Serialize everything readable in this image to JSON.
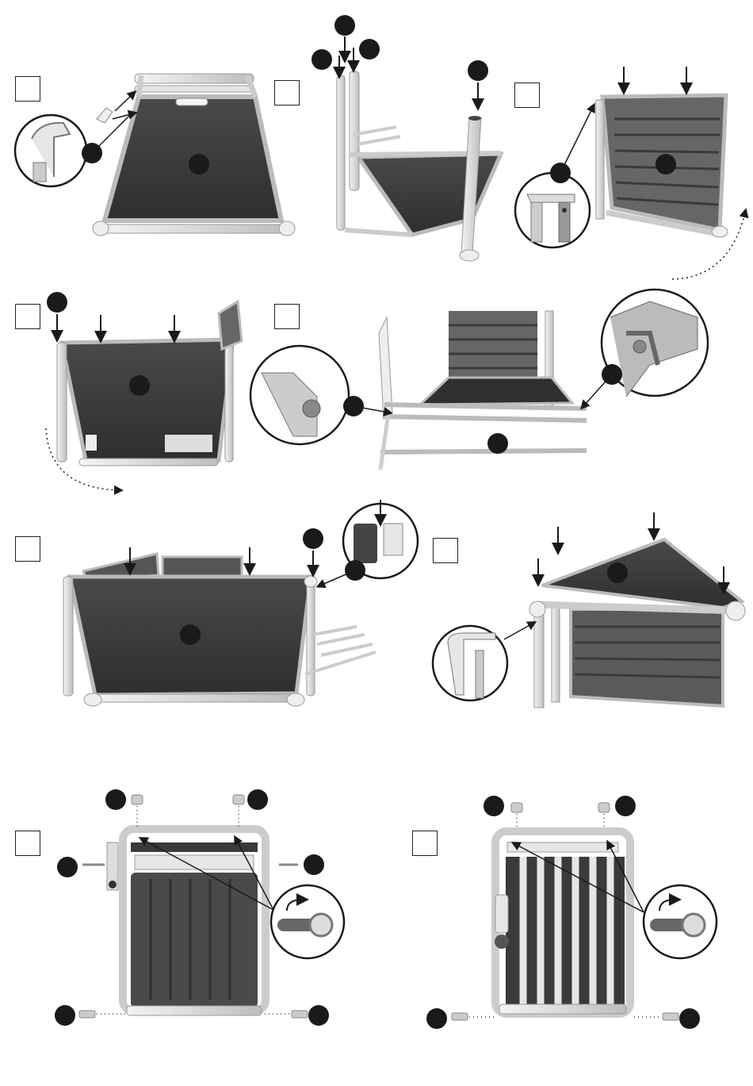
{
  "page": {
    "background": "#ffffff",
    "ink": "#1a1a1a",
    "panel_dark": "#3b3b3b",
    "frame_light": "#e6e6e6",
    "frame_stroke": "#8a8a8a"
  },
  "steps": [
    {
      "id": "step-1",
      "box": "",
      "icons": [
        "detail-zoom-icon",
        "callout-dot-icon",
        "arrow-icon"
      ]
    },
    {
      "id": "step-2",
      "box": "",
      "icons": [
        "callout-dot-icon",
        "down-arrow-icon"
      ]
    },
    {
      "id": "step-3",
      "box": "",
      "icons": [
        "detail-zoom-icon",
        "callout-dot-icon",
        "down-arrow-icon",
        "dotted-rotate-arrow-icon"
      ]
    },
    {
      "id": "step-4",
      "box": "",
      "icons": [
        "callout-dot-icon",
        "down-arrow-icon",
        "dotted-rotate-arrow-icon"
      ]
    },
    {
      "id": "step-5",
      "box": "",
      "icons": [
        "detail-zoom-icon",
        "callout-dot-icon"
      ]
    },
    {
      "id": "step-6",
      "box": "",
      "icons": [
        "detail-zoom-icon",
        "callout-dot-icon",
        "down-arrow-icon"
      ]
    },
    {
      "id": "step-7",
      "box": "",
      "icons": [
        "detail-zoom-icon",
        "callout-dot-icon",
        "down-arrow-icon"
      ]
    },
    {
      "id": "step-8",
      "box": "",
      "icons": [
        "detail-zoom-icon",
        "callout-dot-icon",
        "rotate-arrow-icon",
        "screw-icon"
      ]
    },
    {
      "id": "step-9",
      "box": "",
      "icons": [
        "detail-zoom-icon",
        "callout-dot-icon",
        "rotate-arrow-icon",
        "screw-icon"
      ]
    }
  ]
}
